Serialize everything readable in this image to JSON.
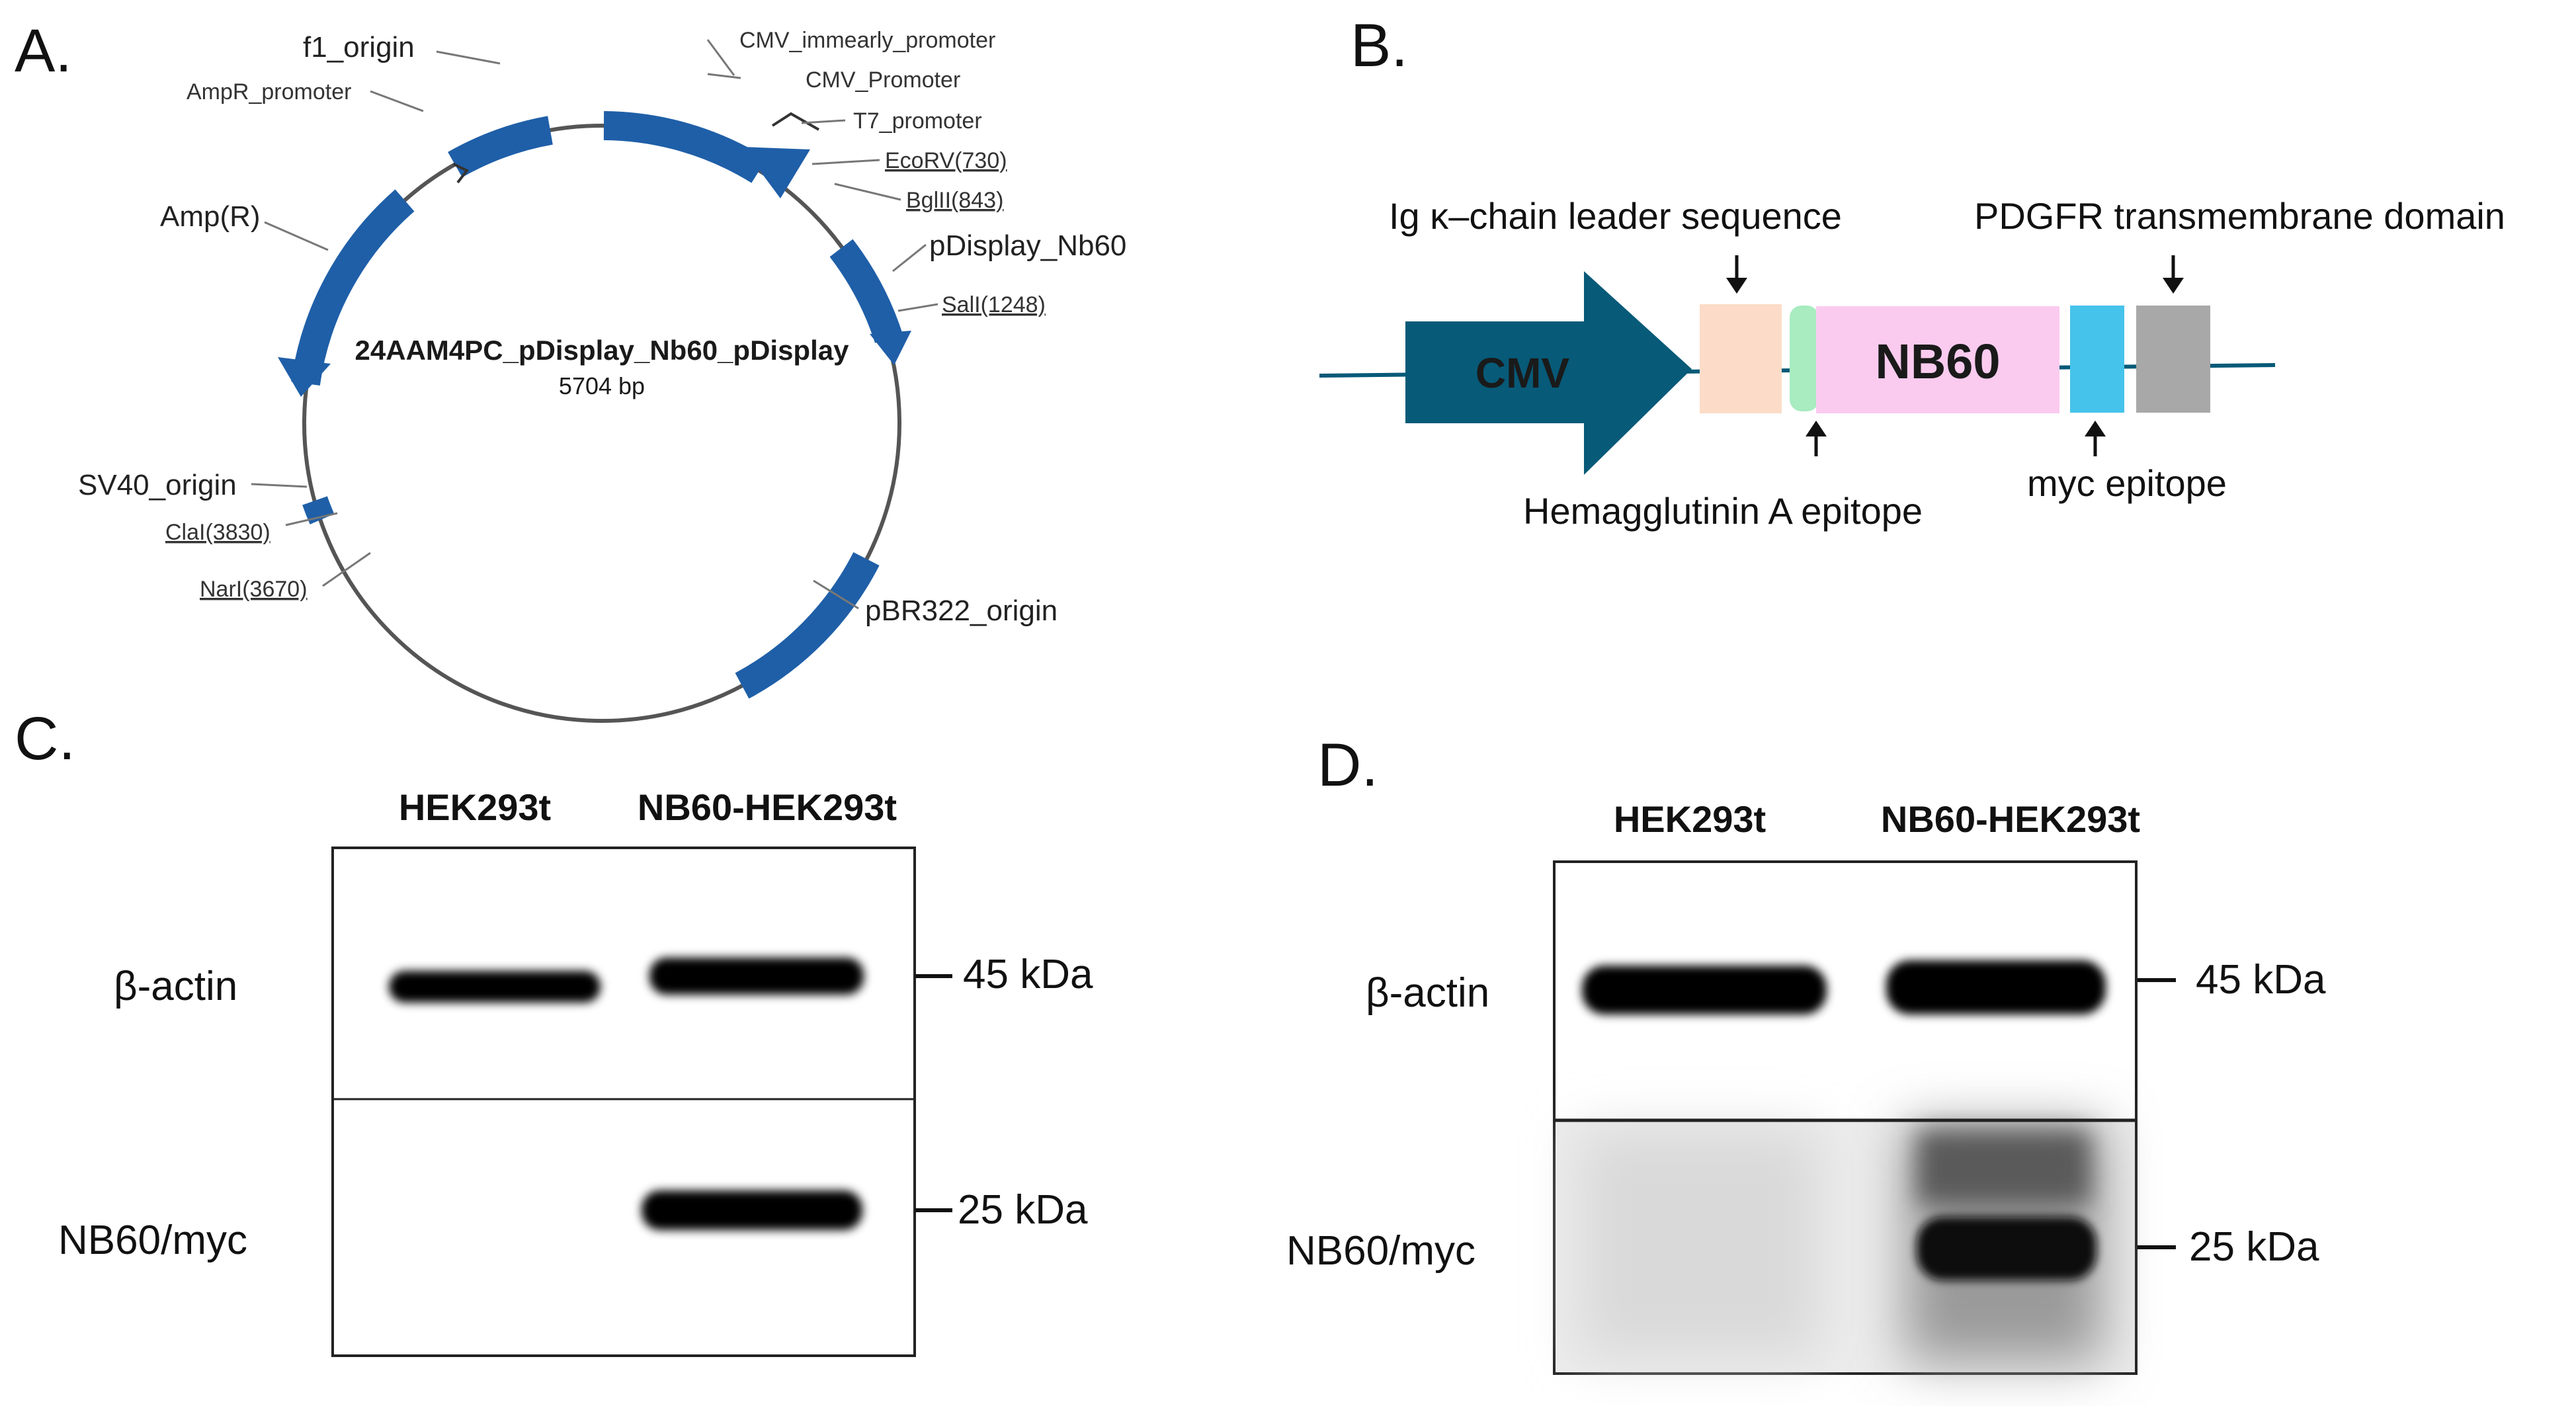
{
  "panels": {
    "a": "A.",
    "b": "B.",
    "c": "C.",
    "d": "D."
  },
  "plasmid": {
    "name": "24AAM4PC_pDisplay_Nb60_pDisplay",
    "size": "5704 bp",
    "features": {
      "f1_origin": "f1_origin",
      "ampr_promoter": "AmpR_promoter",
      "cmv_immearly": "CMV_immearly_promoter",
      "cmv_promoter": "CMV_Promoter",
      "t7_promoter": "T7_promoter",
      "amp_r": "Amp(R)",
      "pdisplay_nb60": "pDisplay_Nb60",
      "sv40_origin": "SV40_origin",
      "pbr322_origin": "pBR322_origin"
    },
    "sites": {
      "ecorv": "EcoRV(730)",
      "bglii": "BglII(843)",
      "sali": "SalI(1248)",
      "clai": "ClaI(3830)",
      "nari": "NarI(3670)"
    }
  },
  "construct": {
    "cmv": "CMV",
    "nb60": "NB60",
    "leader": "Ig κ–chain leader sequence",
    "pdgfr": "PDGFR transmembrane domain",
    "ha": "Hemagglutinin A epitope",
    "myc": "myc epitope"
  },
  "blot_c": {
    "lanes": [
      "HEK293t",
      "NB60-HEK293t"
    ],
    "rows": [
      "β-actin",
      "NB60/myc"
    ],
    "markers": [
      "45 kDa",
      "25 kDa"
    ]
  },
  "blot_d": {
    "lanes": [
      "HEK293t",
      "NB60-HEK293t"
    ],
    "rows": [
      "β-actin",
      "NB60/myc"
    ],
    "markers": [
      "45 kDa",
      "25 kDa"
    ]
  },
  "colors": {
    "feature_blue": "#1f5fa8",
    "cmv_teal": "#075a78",
    "leader_peach": "#fcdcc8",
    "ha_green": "#a8ecc0",
    "nb60_pink": "#fbcbef",
    "myc_cyan": "#46c3ea",
    "pdgfr_gray": "#a8a8a8"
  }
}
